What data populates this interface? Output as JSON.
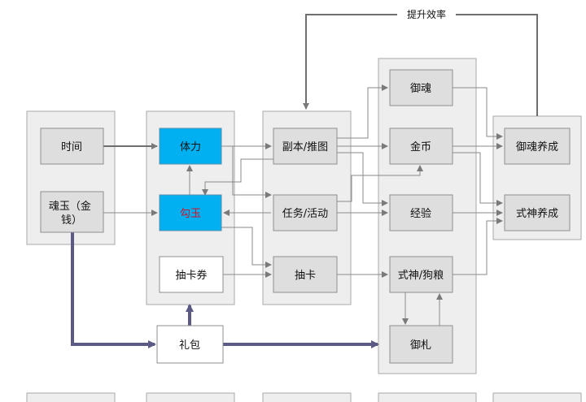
{
  "nodes": {
    "time": "时间",
    "soul_jade": "魂玉（金钱）",
    "stamina": "体力",
    "jade": "勾玉",
    "draw_ticket": "抽卡券",
    "gift_pack": "礼包",
    "dungeon": "副本/推图",
    "quest": "任务/活动",
    "draw": "抽卡",
    "yuhun": "御魂",
    "gold": "金币",
    "exp": "经验",
    "shikigami": "式神/狗粮",
    "yuzha": "御札",
    "yuhun_train": "御魂养成",
    "shikigami_train": "式神养成"
  },
  "edges": {
    "efficiency": "提升效率"
  }
}
